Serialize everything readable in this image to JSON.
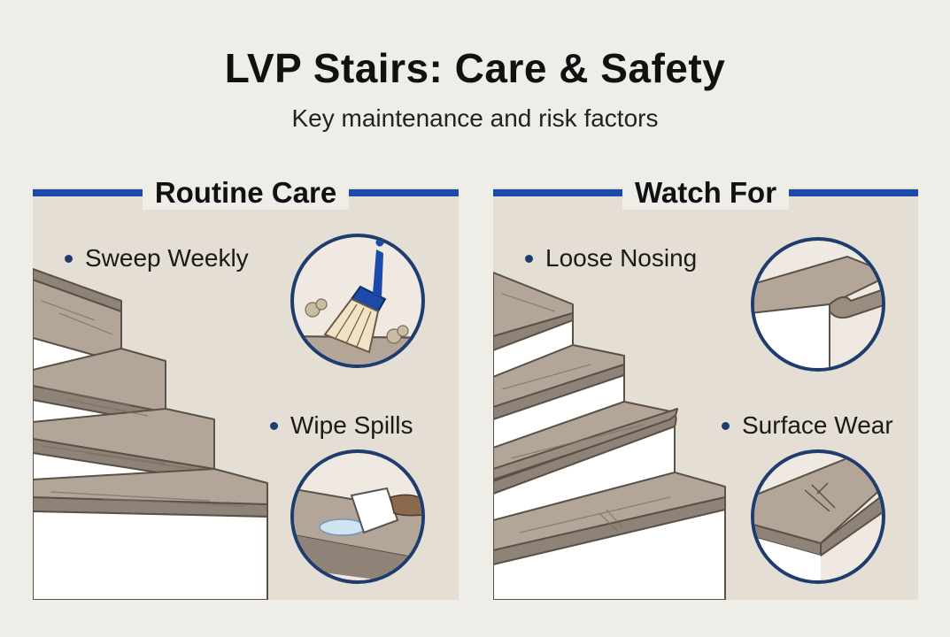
{
  "header": {
    "title": "LVP Stairs: Care & Safety",
    "subtitle": "Key maintenance and risk factors"
  },
  "panels": [
    {
      "heading": "Routine Care",
      "items": [
        {
          "label": "Sweep Weekly",
          "icon": "broom-icon"
        },
        {
          "label": "Wipe Spills",
          "icon": "cloth-wipe-icon"
        }
      ]
    },
    {
      "heading": "Watch For",
      "items": [
        {
          "label": "Loose Nosing",
          "icon": "loose-nosing-icon"
        },
        {
          "label": "Surface Wear",
          "icon": "scratched-tread-icon"
        }
      ]
    }
  ],
  "colors": {
    "accent": "#1b4aa8",
    "panel_bg": "#e4ded5",
    "page_bg": "#efede8",
    "tread": "#b3a698",
    "riser": "#ffffff"
  }
}
